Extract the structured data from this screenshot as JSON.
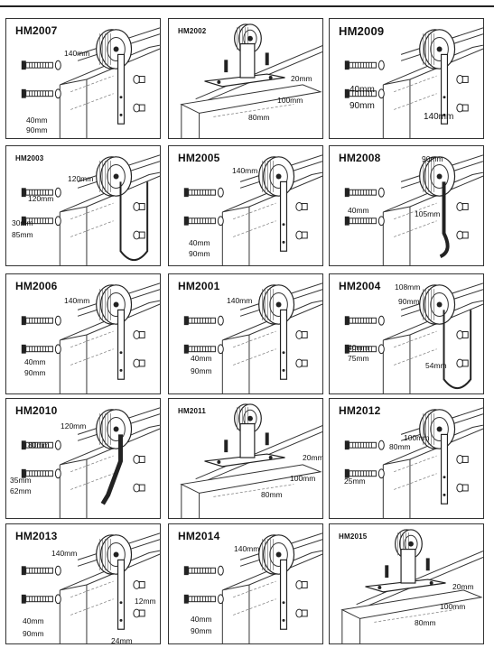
{
  "cells": [
    {
      "model": "HM2007",
      "size": "normal",
      "dims": [
        {
          "text": "140mm",
          "pos": "a"
        },
        {
          "text": "40mm",
          "pos": "b"
        },
        {
          "text": "90mm",
          "pos": "c"
        }
      ]
    },
    {
      "model": "HM2002",
      "size": "small",
      "dims": [
        {
          "text": "20mm",
          "pos": "a"
        },
        {
          "text": "100mm",
          "pos": "b"
        },
        {
          "text": "80mm",
          "pos": "c"
        }
      ]
    },
    {
      "model": "HM2009",
      "size": "large",
      "dims": [
        {
          "text": "40mm",
          "pos": "a"
        },
        {
          "text": "90mm",
          "pos": "b"
        },
        {
          "text": "140mm",
          "pos": "c"
        }
      ]
    },
    {
      "model": "HM2003",
      "size": "small",
      "dims": [
        {
          "text": "120mm",
          "pos": "a"
        },
        {
          "text": "120mm",
          "pos": "b"
        },
        {
          "text": "30mm",
          "pos": "c"
        },
        {
          "text": "85mm",
          "pos": "d"
        }
      ]
    },
    {
      "model": "HM2005",
      "size": "normal",
      "dims": [
        {
          "text": "140mm",
          "pos": "a"
        },
        {
          "text": "40mm",
          "pos": "b"
        },
        {
          "text": "90mm",
          "pos": "c"
        }
      ]
    },
    {
      "model": "HM2008",
      "size": "normal",
      "dims": [
        {
          "text": "90mm",
          "pos": "a"
        },
        {
          "text": "40mm",
          "pos": "b"
        },
        {
          "text": "105mm",
          "pos": "c"
        }
      ]
    },
    {
      "model": "HM2006",
      "size": "normal",
      "dims": [
        {
          "text": "140mm",
          "pos": "a"
        },
        {
          "text": "40mm",
          "pos": "b"
        },
        {
          "text": "90mm",
          "pos": "c"
        }
      ]
    },
    {
      "model": "HM2001",
      "size": "normal",
      "dims": [
        {
          "text": "140mm",
          "pos": "a"
        },
        {
          "text": "40mm",
          "pos": "b"
        },
        {
          "text": "90mm",
          "pos": "c"
        }
      ]
    },
    {
      "model": "HM2004",
      "size": "normal",
      "dims": [
        {
          "text": "108mm",
          "pos": "a"
        },
        {
          "text": "90mm",
          "pos": "b"
        },
        {
          "text": "40mm",
          "pos": "c"
        },
        {
          "text": "75mm",
          "pos": "d"
        },
        {
          "text": "54mm",
          "pos": "e"
        }
      ]
    },
    {
      "model": "HM2010",
      "size": "normal",
      "dims": [
        {
          "text": "120mm",
          "pos": "a"
        },
        {
          "text": "80mm",
          "pos": "b"
        },
        {
          "text": "35mm",
          "pos": "c"
        },
        {
          "text": "62mm",
          "pos": "d"
        }
      ]
    },
    {
      "model": "HM2011",
      "size": "small",
      "dims": [
        {
          "text": "20mm",
          "pos": "a"
        },
        {
          "text": "100mm",
          "pos": "b"
        },
        {
          "text": "80mm",
          "pos": "c"
        }
      ]
    },
    {
      "model": "HM2012",
      "size": "normal",
      "dims": [
        {
          "text": "100mm",
          "pos": "a"
        },
        {
          "text": "80mm",
          "pos": "b"
        },
        {
          "text": "25mm",
          "pos": "c"
        }
      ]
    },
    {
      "model": "HM2013",
      "size": "normal",
      "dims": [
        {
          "text": "140mm",
          "pos": "a"
        },
        {
          "text": "12mm",
          "pos": "b"
        },
        {
          "text": "40mm",
          "pos": "c"
        },
        {
          "text": "90mm",
          "pos": "d"
        },
        {
          "text": "24mm",
          "pos": "e"
        }
      ]
    },
    {
      "model": "HM2014",
      "size": "normal",
      "dims": [
        {
          "text": "140mm",
          "pos": "a"
        },
        {
          "text": "40mm",
          "pos": "b"
        },
        {
          "text": "90mm",
          "pos": "c"
        }
      ]
    },
    {
      "model": "HM2015",
      "size": "small",
      "dims": [
        {
          "text": "20mm",
          "pos": "a"
        },
        {
          "text": "100mm",
          "pos": "b"
        },
        {
          "text": "80mm",
          "pos": "c"
        }
      ]
    }
  ]
}
